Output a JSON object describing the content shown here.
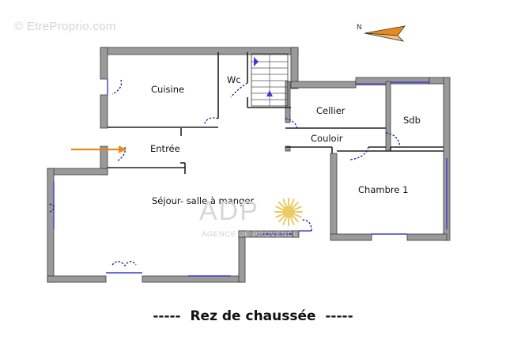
{
  "watermark": "© EtreProprio.com",
  "compass": {
    "north_label": "N"
  },
  "rooms": {
    "cuisine": "Cuisine",
    "wc": "Wc",
    "cellier": "Cellier",
    "sdb": "Sdb",
    "couloir": "Couloir",
    "entree": "Entrée",
    "sejour": "Séjour- salle à manger",
    "chambre": "Chambre 1"
  },
  "agency": {
    "logo": "ADP",
    "subtitle": "AGENCE DE PROVENCE"
  },
  "caption": "-----  Rez de chaussée  -----",
  "colors": {
    "wall_fill": "#9a9a9a",
    "wall_edge": "#3a3a3a",
    "door_arc": "#1a1a9a",
    "window": "#3b3bd6",
    "arrow": "#e8891a",
    "compass": "#e8891a",
    "logo_sun": "#e9c24a"
  }
}
